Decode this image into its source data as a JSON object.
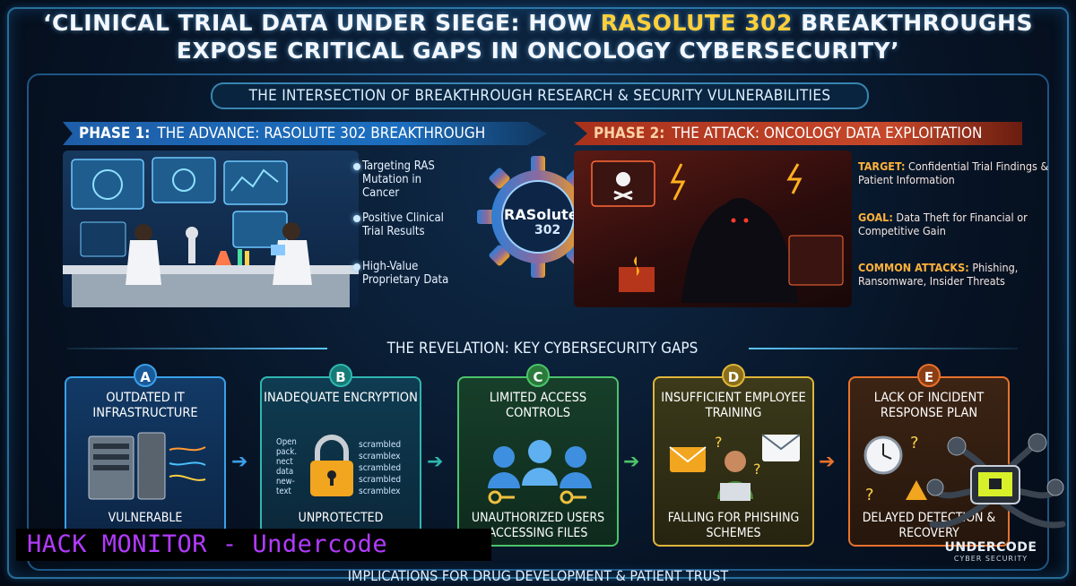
{
  "title": {
    "line1_prefix": "‘CLINICAL TRIAL DATA UNDER SIEGE: HOW ",
    "line1_highlight": "RASOLUTE 302",
    "line1_suffix": " BREAKTHROUGHS",
    "line2": "EXPOSE CRITICAL GAPS IN ONCOLOGY CYBERSECURITY’"
  },
  "intersection": "THE INTERSECTION OF BREAKTHROUGH RESEARCH & SECURITY VULNERABILITIES",
  "phase1": {
    "number": "PHASE 1:",
    "label": "THE ADVANCE: RASOLUTE 302 BREAKTHROUGH",
    "bullets": [
      "Targeting RAS Mutation in Cancer",
      "Positive Clinical Trial Results",
      "High-Value Proprietary Data"
    ]
  },
  "phase2": {
    "number": "PHASE 2:",
    "label": "THE ATTACK: ONCOLOGY DATA EXPLOITATION",
    "items": [
      {
        "label": "TARGET:",
        "text": "Confidential Trial Findings & Patient Information"
      },
      {
        "label": "GOAL:",
        "text": "Data Theft for Financial or Competitive Gain"
      },
      {
        "label": "COMMON ATTACKS:",
        "text": "Phishing, Ransomware, Insider Threats"
      }
    ]
  },
  "gear": {
    "brand": "RASolute",
    "number": "302"
  },
  "revelation": "THE REVELATION: KEY CYBERSECURITY GAPS",
  "cards": [
    {
      "letter": "A",
      "title": "OUTDATED IT INFRASTRUCTURE",
      "footer": "VULNERABLE",
      "color": "#3aa0e8"
    },
    {
      "letter": "B",
      "title": "INADEQUATE ENCRYPTION",
      "footer": "UNPROTECTED",
      "color": "#2fb7b0",
      "scramble_left": [
        "Open",
        "pack.",
        "nect",
        "data",
        "new-",
        "text"
      ],
      "scramble_right": [
        "scrambled",
        "scramblex",
        "scrambled",
        "scrambled",
        "scramblex"
      ]
    },
    {
      "letter": "C",
      "title": "LIMITED ACCESS CONTROLS",
      "footer": "UNAUTHORIZED USERS ACCESSING FILES",
      "color": "#4cc46a"
    },
    {
      "letter": "D",
      "title": "INSUFFICIENT EMPLOYEE TRAINING",
      "footer": "FALLING FOR PHISHING SCHEMES",
      "color": "#e0b53a"
    },
    {
      "letter": "E",
      "title": "LACK OF INCIDENT RESPONSE PLAN",
      "footer": "DELAYED DETECTION & RECOVERY",
      "color": "#e8722c"
    }
  ],
  "implications": "IMPLICATIONS FOR DRUG DEVELOPMENT & PATIENT TRUST",
  "watermark": "HACK MONITOR - Undercode",
  "logo": {
    "name": "UNDERCODE",
    "tagline": "CYBER SECURITY"
  }
}
